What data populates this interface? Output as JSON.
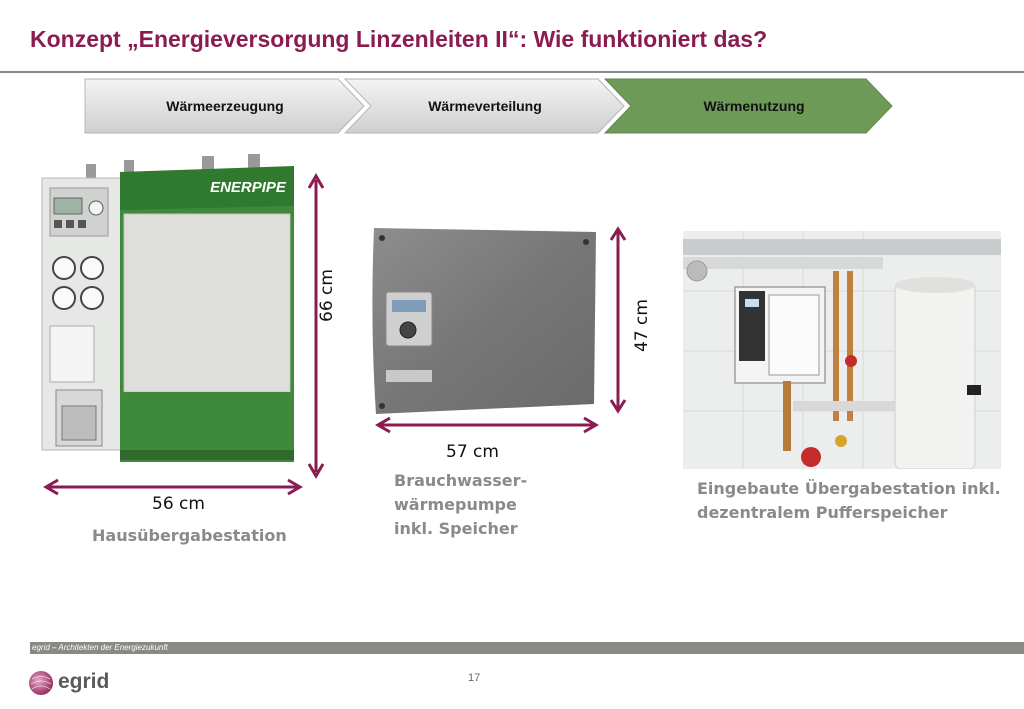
{
  "slide": {
    "title": "Konzept „Energieversorgung Linzenleiten II“: Wie funktioniert das?",
    "page_number": "17"
  },
  "process": {
    "steps": [
      {
        "label": "Wärmeerzeugung",
        "active": false
      },
      {
        "label": "Wärmeverteilung",
        "active": false
      },
      {
        "label": "Wärmenutzung",
        "active": true
      }
    ],
    "colors": {
      "inactive": "#dcdcdc",
      "active": "#6d9a57"
    }
  },
  "devices": {
    "station": {
      "brand": "ENERPIPE",
      "height_label": "66 cm",
      "width_label": "56 cm",
      "caption": "Hausübergabestation"
    },
    "heat_pump": {
      "height_label": "47 cm",
      "width_label": "57 cm",
      "caption_lines": [
        "Brauchwasser-",
        "wärmepumpe",
        "inkl. Speicher"
      ]
    },
    "installed": {
      "caption_lines": [
        "Eingebaute Übergabestation inkl.",
        "dezentralem Pufferspeicher"
      ]
    }
  },
  "footer": {
    "tagline": "egrid – Architekten der Energiezukunft",
    "logo_text": "egrid"
  },
  "colors": {
    "title": "#8a1c52",
    "dimension_arrow": "#8a1c52",
    "caption": "#8a8a8a",
    "footer_bar": "#8b8985"
  }
}
